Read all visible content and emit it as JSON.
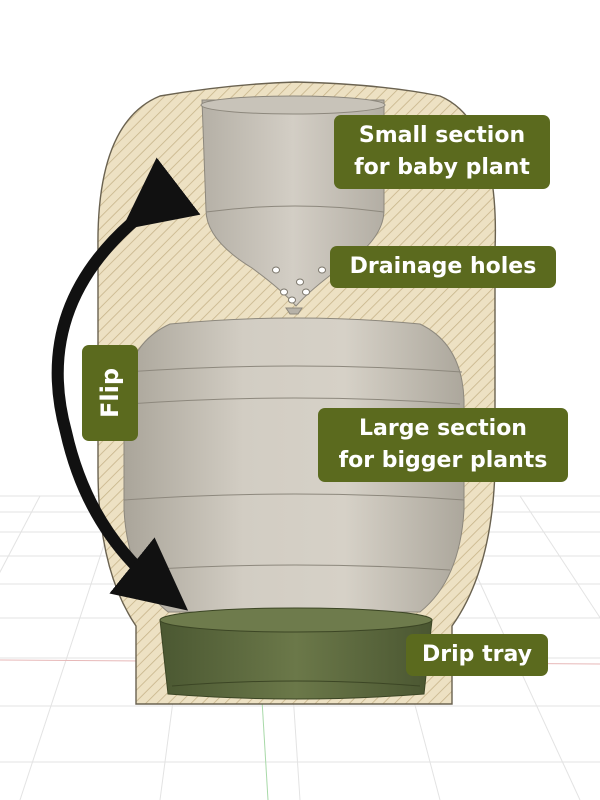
{
  "labels": {
    "small_section": [
      "Small section",
      "for baby plant"
    ],
    "drainage": "Drainage holes",
    "large_section": [
      "Large section",
      "for bigger plants"
    ],
    "flip": "Flip",
    "drip_tray": "Drip tray"
  },
  "colors": {
    "label_bg": "#5b6a1e",
    "label_text": "#ffffff",
    "section_fill": "#ede1c3",
    "hatch": "#c7b48a",
    "cavity": "#c9c4b9",
    "tray": "#5c6a3d",
    "arrow": "#111111",
    "grid": "#e3e3e3"
  }
}
